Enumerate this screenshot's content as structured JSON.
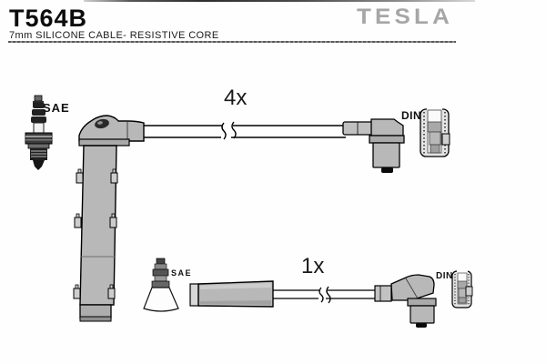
{
  "header": {
    "part_number": "T564B",
    "subtitle": "7mm SILICONE CABLE- RESISTIVE CORE",
    "brand": "TESLA"
  },
  "assemblies": {
    "top": {
      "quantity": "4x",
      "plug_label": "SAE",
      "connector_label": "DIN"
    },
    "bottom": {
      "quantity": "1x",
      "plug_label": "SAE",
      "connector_label": "DIN"
    }
  },
  "icons": [
    {
      "name": "spark-plug-icon",
      "represents": "SAE spark plug"
    },
    {
      "name": "sae-boot-long-icon",
      "represents": "long straight spark-plug boot (SAE end)"
    },
    {
      "name": "cable-break-icon",
      "represents": "wavy break marks indicating omitted cable length"
    },
    {
      "name": "din-elbow-connector-icon",
      "represents": "angled DIN coil connector boot"
    },
    {
      "name": "din-cap-section-icon",
      "represents": "DIN terminal cap shown in cross-section"
    },
    {
      "name": "sae-cone-boot-icon",
      "represents": "small conical SAE plug boot"
    }
  ],
  "colors": {
    "background": "#fefefe",
    "brand_gray": "#a6a6a6",
    "boot_gray": "#b8b8b8",
    "collar_gray": "#aaaaaa",
    "outline_black": "#000000"
  }
}
